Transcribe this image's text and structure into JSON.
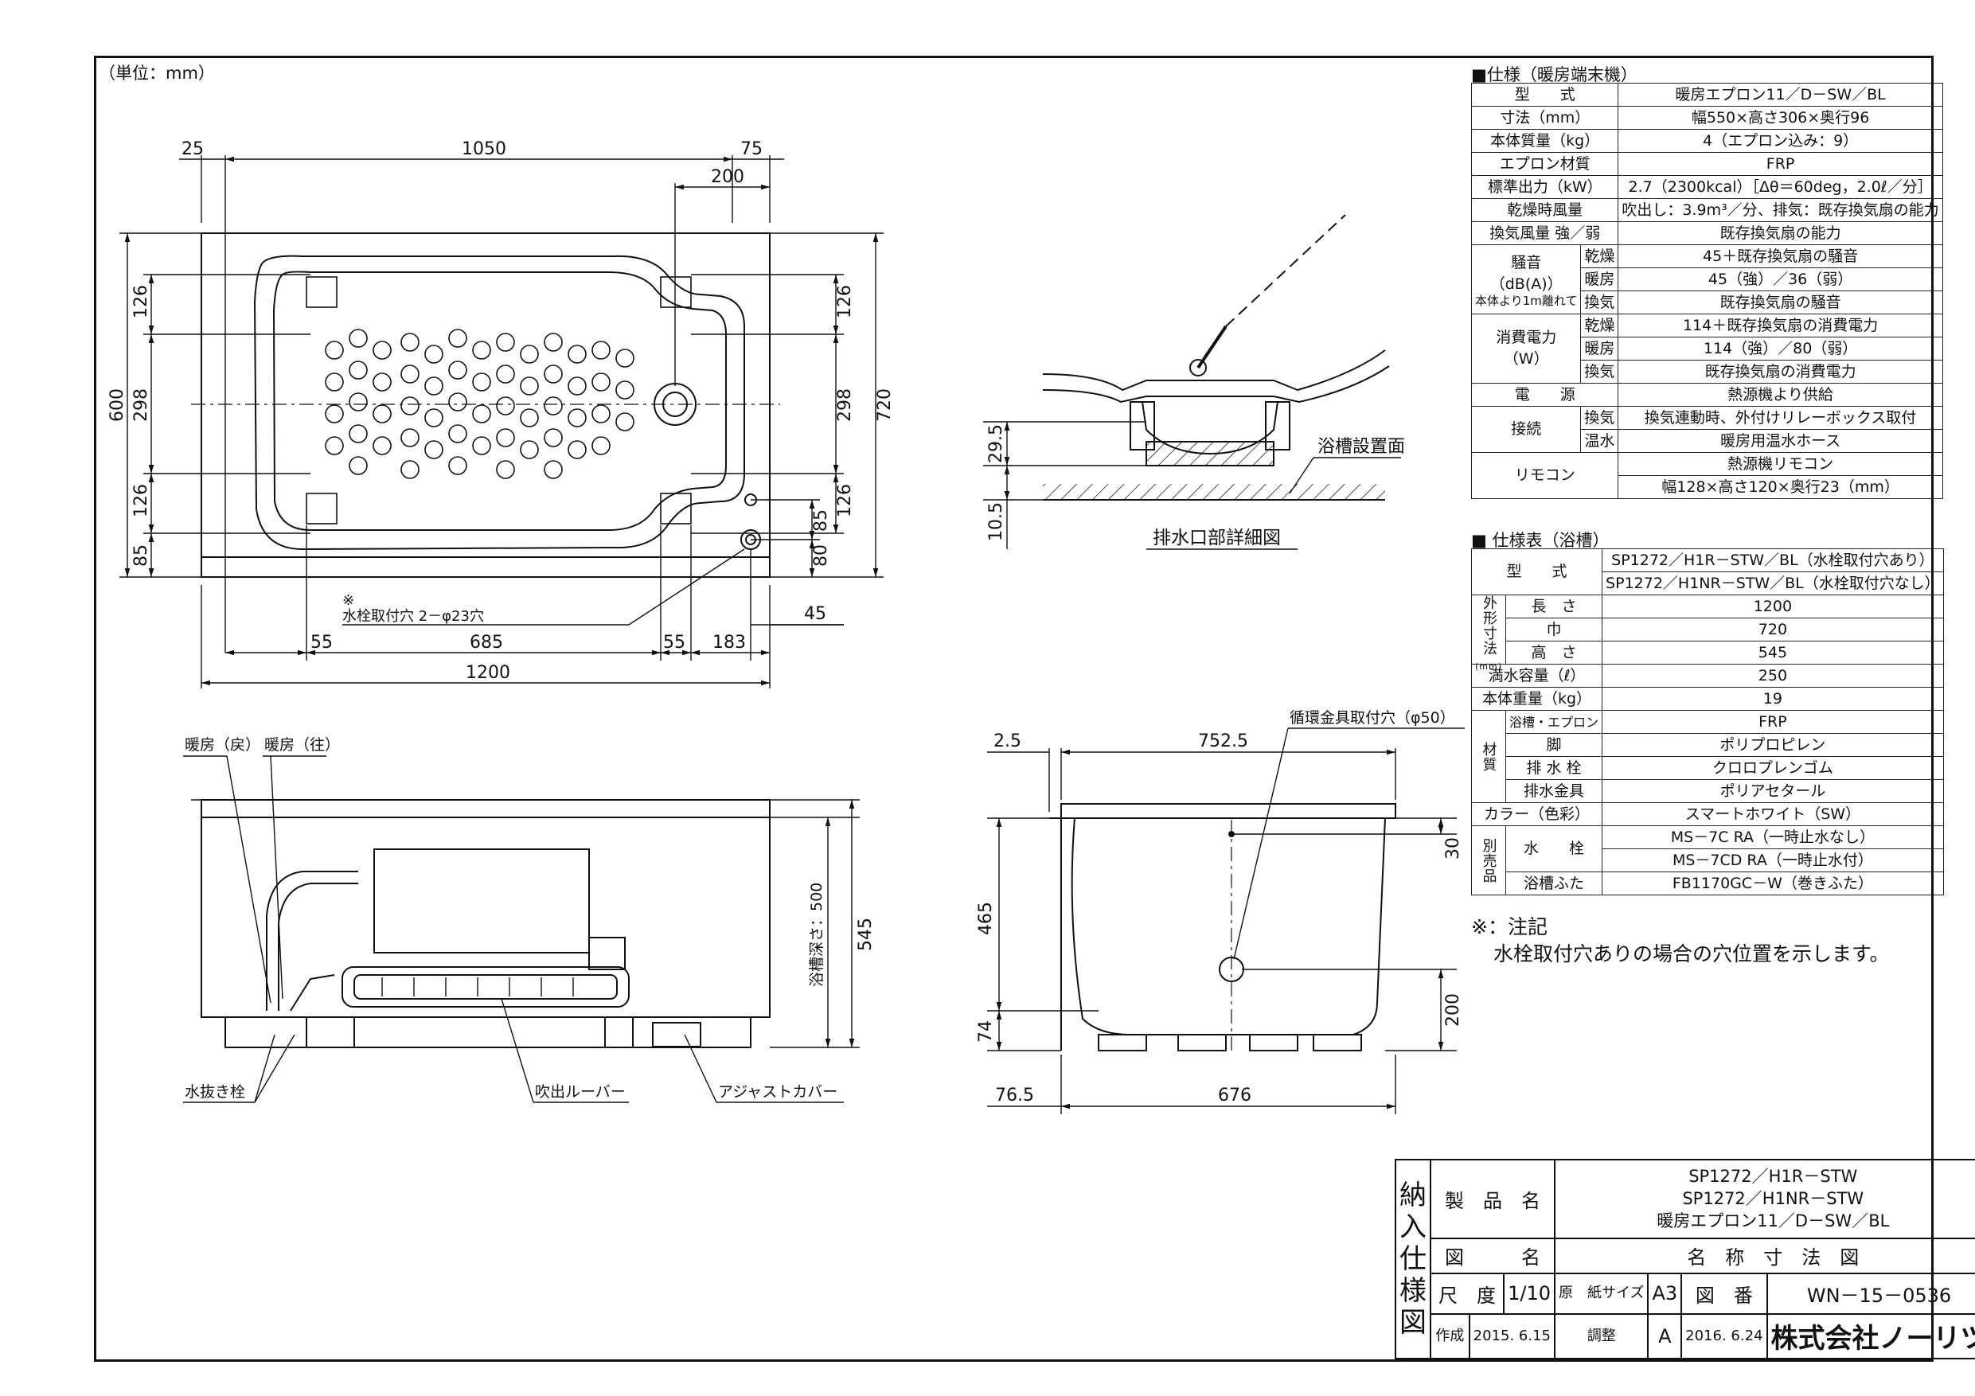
{
  "unit_label": "（単位：mm）",
  "spec_terminal": {
    "caption": "■仕様（暖房端末機）",
    "rows": [
      {
        "label": "型　　式",
        "value": "暖房エプロン11／D－SW／BL"
      },
      {
        "label": "寸法（mm）",
        "value": "幅550×高さ306×奥行96"
      },
      {
        "label": "本体質量（kg）",
        "value": "4（エプロン込み：9）"
      },
      {
        "label": "エプロン材質",
        "value": "FRP"
      },
      {
        "label": "標準出力（kW）",
        "value": "2.7（2300kcal）［Δθ＝60deg，2.0ℓ／分］"
      },
      {
        "label": "乾燥時風量",
        "value": "吹出し：3.9m³／分、排気：既存換気扇の能力"
      },
      {
        "label": "換気風量 強／弱",
        "value": "既存換気扇の能力"
      }
    ],
    "noise": {
      "label": "騒音",
      "label2": "（dB(A)）",
      "note": "本体より1m離れて",
      "rows": [
        {
          "mode": "乾燥",
          "value": "45＋既存換気扇の騒音"
        },
        {
          "mode": "暖房",
          "value": "45（強）／36（弱）"
        },
        {
          "mode": "換気",
          "value": "既存換気扇の騒音"
        }
      ]
    },
    "power": {
      "label": "消費電力",
      "label2": "（W）",
      "rows": [
        {
          "mode": "乾燥",
          "value": "114＋既存換気扇の消費電力"
        },
        {
          "mode": "暖房",
          "value": "114（強）／80（弱）"
        },
        {
          "mode": "換気",
          "value": "既存換気扇の消費電力"
        }
      ]
    },
    "supply": {
      "label": "電　　源",
      "value": "熱源機より供給"
    },
    "connect": {
      "label": "接続",
      "rows": [
        {
          "mode": "換気",
          "value": "換気連動時、外付けリレーボックス取付"
        },
        {
          "mode": "温水",
          "value": "暖房用温水ホース"
        }
      ]
    },
    "remote": {
      "label": "リモコン",
      "rows": [
        "熱源機リモコン",
        "幅128×高さ120×奥行23（mm）"
      ]
    }
  },
  "spec_tub": {
    "caption": "■ 仕様表（浴槽）",
    "model_label": "型　　式",
    "models": [
      "SP1272／H1R－STW／BL（水栓取付穴あり）",
      "SP1272／H1NR－STW／BL（水栓取付穴なし）"
    ],
    "outer_label": "外形寸法",
    "outer_unit": "(mm)",
    "outer": [
      {
        "label": "長　さ",
        "value": "1200"
      },
      {
        "label": "巾",
        "value": "720"
      },
      {
        "label": "高　さ",
        "value": "545"
      }
    ],
    "capacity": {
      "label": "満水容量（ℓ）",
      "value": "250"
    },
    "weight": {
      "label": "本体重量（kg）",
      "value": "19"
    },
    "material_label": "材質",
    "materials": [
      {
        "label": "浴槽・エプロン",
        "value": "FRP"
      },
      {
        "label": "脚",
        "value": "ポリプロピレン"
      },
      {
        "label": "排 水 栓",
        "value": "クロロプレンゴム"
      },
      {
        "label": "排水金具",
        "value": "ポリアセタール"
      }
    ],
    "color": {
      "label": "カラー（色彩）",
      "value": "スマートホワイト（SW）"
    },
    "separate_label": "別売品",
    "faucet_label": "水　　栓",
    "faucets": [
      "MS－7C RA（一時止水なし）",
      "MS－7CD RA（一時止水付）"
    ],
    "cover": {
      "label": "浴槽ふた",
      "value": "FB1170GC－W（巻きふた）"
    }
  },
  "notes": [
    "※：注記",
    "水栓取付穴ありの場合の穴位置を示します。"
  ],
  "plan_dims": {
    "d25": "25",
    "d1050": "1050",
    "d75": "75",
    "d200": "200",
    "d126a": "126",
    "d298a": "298",
    "d126b": "126",
    "d600": "600",
    "d85a": "85",
    "d126c": "126",
    "d298b": "298",
    "d126d": "126",
    "d720": "720",
    "d85b": "85",
    "d80": "80",
    "d45": "45",
    "d55a": "55",
    "d685": "685",
    "d55b": "55",
    "d183": "183",
    "d1200": "1200"
  },
  "faucet_note": [
    "※",
    "水栓取付穴 2－φ23穴"
  ],
  "drain_detail": {
    "d29_5": "29.5",
    "d10_5": "10.5",
    "surface": "浴槽設置面",
    "caption": "排水口部詳細図"
  },
  "front_labels": {
    "heat_return": "暖房（戻）",
    "heat_out": "暖房（往）",
    "drain_plug": "水抜き栓",
    "louver": "吹出ルーバー",
    "adjust_cover": "アジャストカバー",
    "depth": "浴槽深さ：500",
    "d545": "545"
  },
  "side_labels": {
    "circ_hole": "循環金具取付穴（φ50）",
    "d2_5": "2.5",
    "d752_5": "752.5",
    "d465": "465",
    "d74": "74",
    "d30": "30",
    "d200": "200",
    "d76_5": "76.5",
    "d676": "676"
  },
  "title_block": {
    "side_text": [
      "納",
      "入",
      "仕",
      "様",
      "図"
    ],
    "product_label": "製　品　名",
    "products": [
      "SP1272／H1R－STW",
      "SP1272／H1NR－STW",
      "暖房エプロン11／D－SW／BL"
    ],
    "drawing_label": "図　　　名",
    "drawing_name": "名　称　寸　法　図",
    "scale_label": "尺　度",
    "scale": "1/10",
    "paper_label": "原　紙サイズ",
    "paper": "A3",
    "number_label": "図　番",
    "number": "WN－15－0536",
    "made_label": "作成",
    "made_date": "2015. 6.15",
    "adj_label": "調整",
    "adj_rev": "A",
    "adj_date": "2016. 6.24",
    "company": "株式会社ノーリツ"
  }
}
